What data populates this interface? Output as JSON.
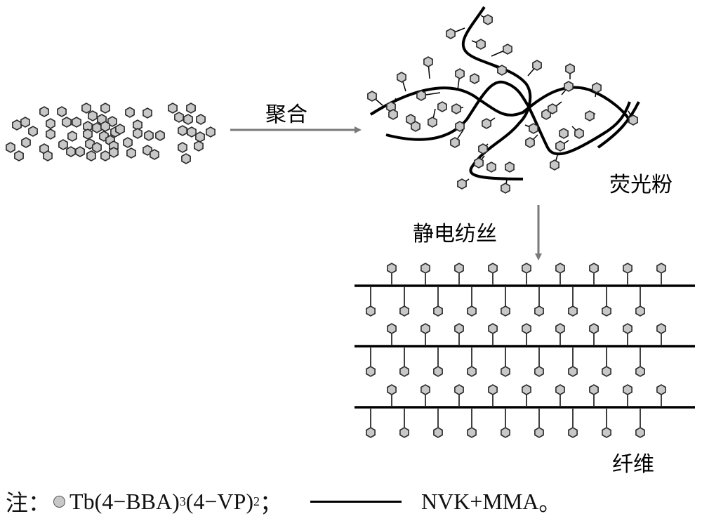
{
  "labels": {
    "polymerization": "聚合",
    "fluorescent_powder": "荧光粉",
    "electrospinning": "静电纺丝",
    "fiber": "纤维"
  },
  "legend": {
    "note_prefix": "注：",
    "monomer_formula_a": "Tb(4−BBA)",
    "monomer_sub_a": "3",
    "monomer_formula_b": "(4−VP)",
    "monomer_sub_b": "2",
    "separator": "；",
    "polymer_label": "NVK+MMA",
    "end_mark": "。"
  },
  "colors": {
    "particle_fill": "#c8c8c8",
    "particle_stroke": "#2a2a2a",
    "arrow": "#7a7a7a",
    "chain": "#000000"
  },
  "fiber": {
    "strand_count": 3,
    "top_pendants_per_strand": 9,
    "bottom_pendants_per_strand": 9
  }
}
